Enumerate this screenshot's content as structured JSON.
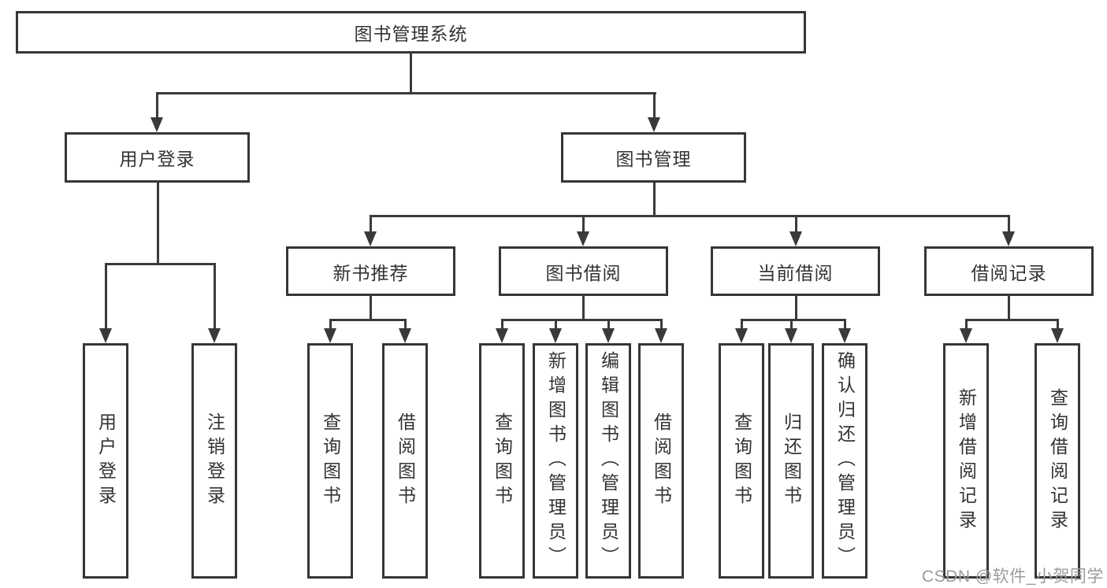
{
  "tree": {
    "root": {
      "label": "图书管理系统",
      "children": [
        {
          "label": "用户登录",
          "children": [
            {
              "label": "用户登录"
            },
            {
              "label": "注销登录"
            }
          ]
        },
        {
          "label": "图书管理",
          "children": [
            {
              "label": "新书推荐",
              "children": [
                {
                  "label": "查询图书"
                },
                {
                  "label": "借阅图书"
                }
              ]
            },
            {
              "label": "图书借阅",
              "children": [
                {
                  "label": "查询图书"
                },
                {
                  "label": "新增图书（管理员）"
                },
                {
                  "label": "编辑图书（管理员）"
                },
                {
                  "label": "借阅图书"
                }
              ]
            },
            {
              "label": "当前借阅",
              "children": [
                {
                  "label": "查询图书"
                },
                {
                  "label": "归还图书"
                },
                {
                  "label": "确认归还（管理员）"
                }
              ]
            },
            {
              "label": "借阅记录",
              "children": [
                {
                  "label": "新增借阅记录"
                },
                {
                  "label": "查询借阅记录"
                }
              ]
            }
          ]
        }
      ]
    }
  },
  "watermark": {
    "text": "CSDN @软件_小贺同学"
  },
  "colors": {
    "line": "#3a3a3a",
    "border": "#363636",
    "text": "#333333",
    "watermark": "#9b9b9b",
    "background": "#ffffff"
  }
}
